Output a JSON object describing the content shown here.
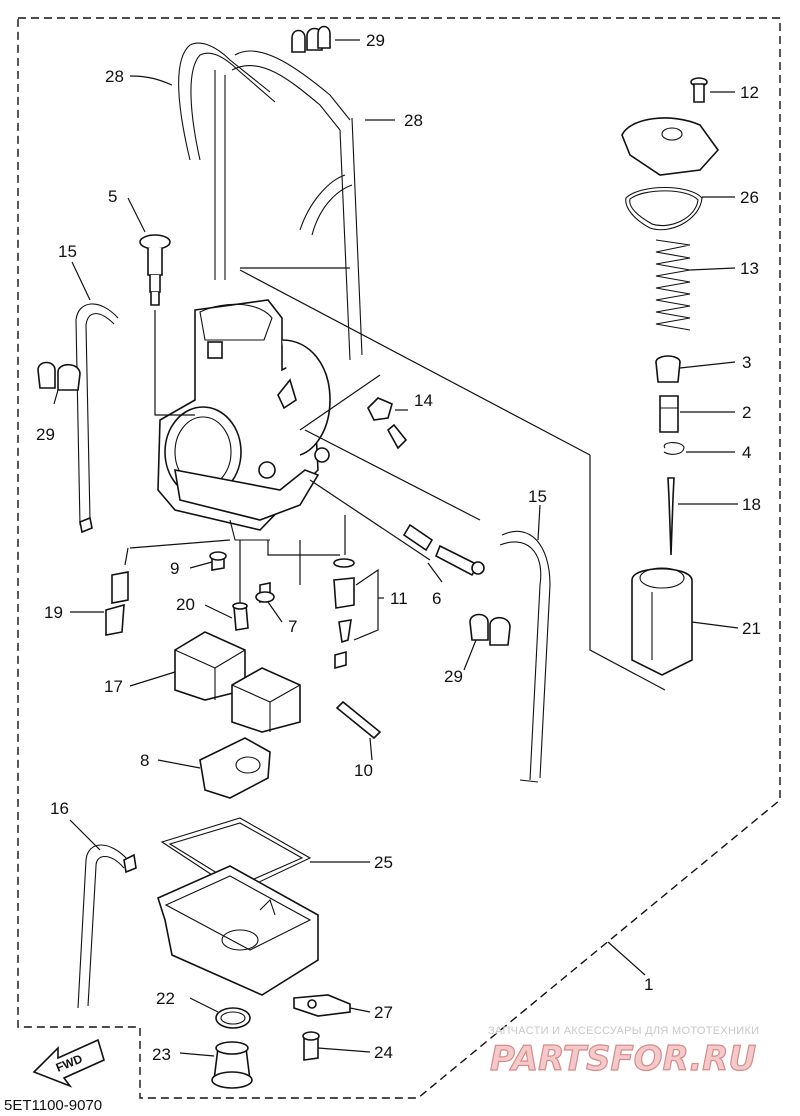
{
  "diagram": {
    "code": "5ET1100-9070",
    "fwd_label": "FWD",
    "watermark_caption": "ЗАПЧАСТИ И АКСЕССУАРЫ ДЛЯ МОТОТЕХНИКИ",
    "watermark_brand": "PARTSFOR.RU",
    "callouts": [
      "1",
      "2",
      "3",
      "4",
      "5",
      "6",
      "7",
      "8",
      "9",
      "10",
      "11",
      "12",
      "13",
      "14",
      "15",
      "15",
      "16",
      "17",
      "18",
      "19",
      "20",
      "21",
      "22",
      "23",
      "24",
      "25",
      "26",
      "27",
      "28",
      "28",
      "29",
      "29",
      "29"
    ]
  }
}
